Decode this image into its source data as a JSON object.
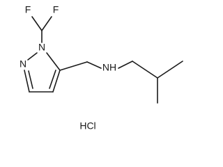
{
  "molecule": {
    "atoms": {
      "f1": "F",
      "f2": "F",
      "n1": "N",
      "n2": "N",
      "nh": "NH",
      "salt": "HCl"
    }
  },
  "colors": {
    "ink": "#1a1a1a",
    "background": "#ffffff"
  }
}
